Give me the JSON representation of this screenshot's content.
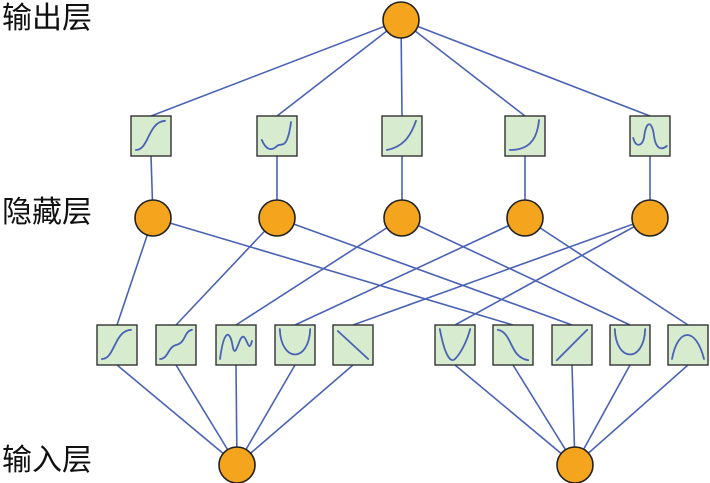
{
  "layers": {
    "output_label": "输出层",
    "hidden_label": "隐藏层",
    "input_label": "输入层"
  },
  "colors": {
    "edge": "#4a62b5",
    "node_fill": "#f5a51d",
    "node_stroke": "#222222",
    "box_fill": "#d7ebcf",
    "box_stroke": "#333333",
    "curve": "#4a62b5"
  },
  "structure": {
    "output_nodes": 1,
    "upper_function_boxes": 5,
    "hidden_nodes": 5,
    "lower_function_boxes": 10,
    "input_nodes": 2
  },
  "upper_box_curves": [
    "s-rise",
    "wiggle-dip",
    "convex-rise",
    "steep-rise",
    "double-bump"
  ],
  "lower_box_curves": [
    "s-rise",
    "s-flat",
    "m-wave",
    "u-shape",
    "diagonal-down",
    "v-shape",
    "s-down",
    "diagonal-up",
    "u-shape",
    "hill"
  ]
}
